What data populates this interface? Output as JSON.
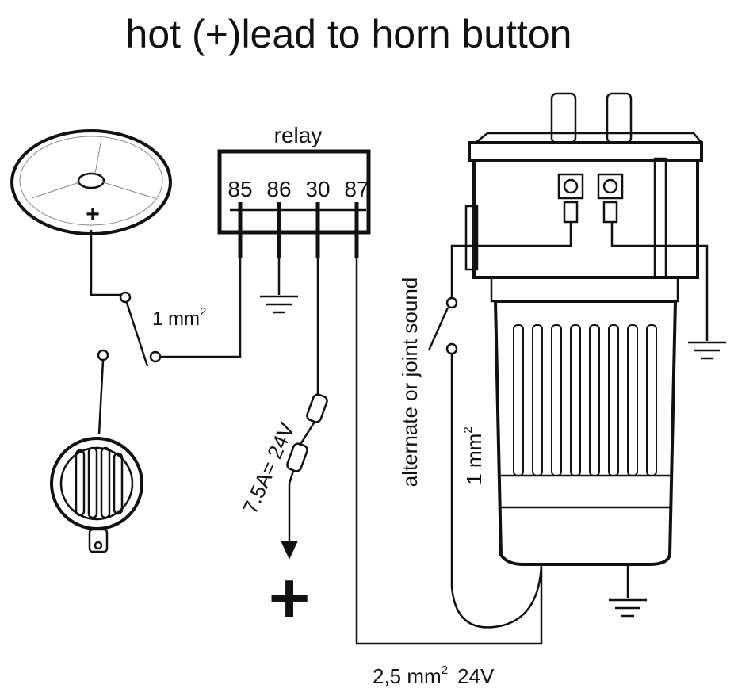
{
  "title": "hot (+)lead to horn button",
  "relay": {
    "label": "relay",
    "pins": [
      "85",
      "86",
      "30",
      "87"
    ]
  },
  "wire_button": {
    "size": "1 mm",
    "sup": "2"
  },
  "fuse": {
    "label": "7.5A= 24V"
  },
  "positive_terminal": "+",
  "steering_wheel": {
    "symbol": "+"
  },
  "switch_label": "alternate or joint sound",
  "wire_switch": {
    "size": "1 mm",
    "sup": "2"
  },
  "main_wire": {
    "size": "2,5 mm",
    "sup": "2",
    "voltage": "24V"
  }
}
